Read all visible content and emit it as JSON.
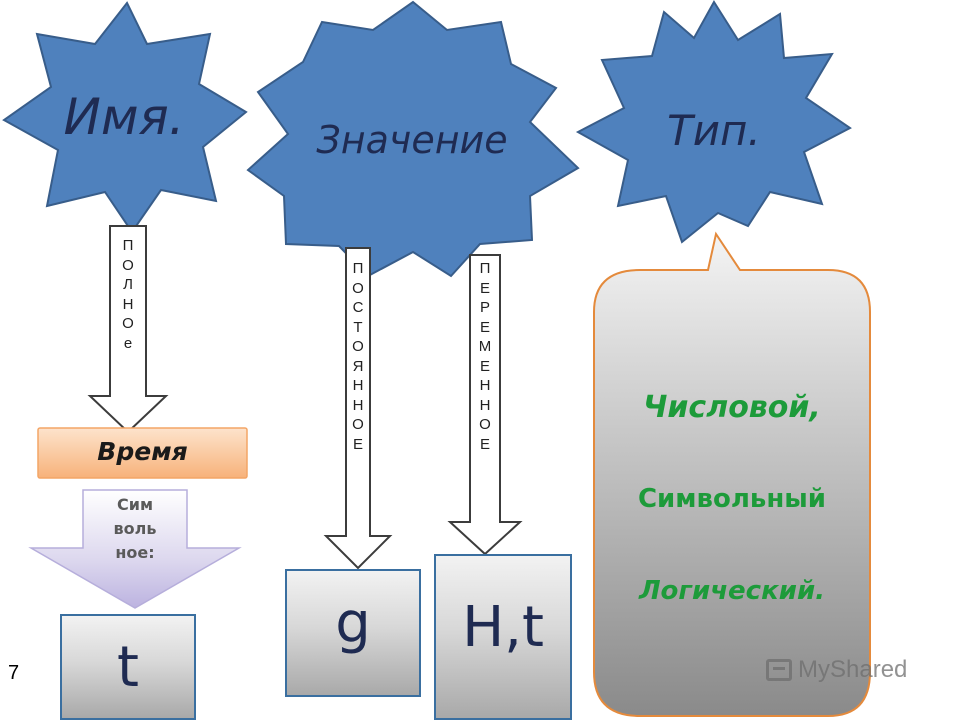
{
  "stars": {
    "name": "Имя.",
    "value": "Значение",
    "type": "Тип."
  },
  "arrows": {
    "full_letters": [
      "П",
      "О",
      "Л",
      "Н",
      "О",
      "е"
    ],
    "const_letters": [
      "П",
      "О",
      "С",
      "Т",
      "О",
      "Я",
      "Н",
      "Н",
      "О",
      "Е"
    ],
    "var_letters": [
      "П",
      "Е",
      "Р",
      "Е",
      "М",
      "Е",
      "Н",
      "Н",
      "О",
      "Е"
    ],
    "symbolic_lines": [
      "Сим",
      "воль",
      "ное:"
    ]
  },
  "labels": {
    "time": "Время"
  },
  "boxes": {
    "t": "t",
    "g": "g",
    "ht": "H,t"
  },
  "types": {
    "numeric": "Числовой,",
    "symbolic": "Символьный",
    "logical": "Логический."
  },
  "slide_number": "7",
  "watermark": "MyShared",
  "colors": {
    "star_fill": "#4f81bd",
    "star_stroke": "#385d8a",
    "green_text": "#1d9b3a",
    "time_label_fill": "#fbcaa0"
  }
}
